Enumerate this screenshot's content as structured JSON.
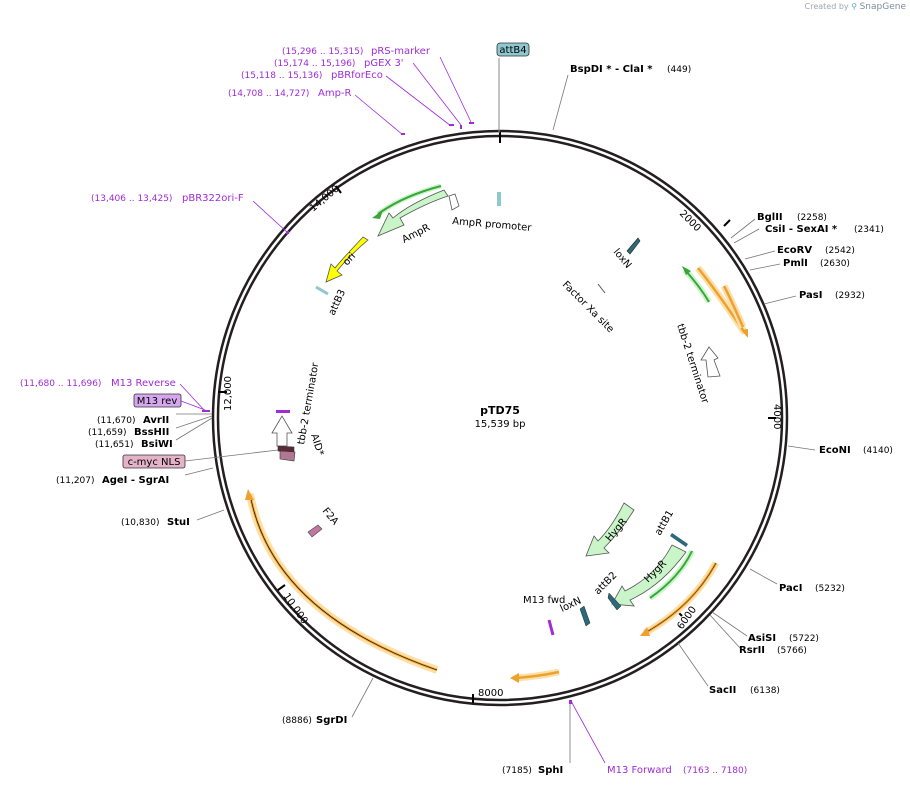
{
  "credit": {
    "created_by": "Created by",
    "brand": "SnapGene"
  },
  "plasmid": {
    "name": "pTD75",
    "length": "15,539 bp",
    "length_bp": 15539
  },
  "ticks": [
    "2000",
    "4000",
    "6000",
    "8000",
    "10,000",
    "12,000",
    "14,000"
  ],
  "enzymes": [
    {
      "name": "BspDI * - ClaI *",
      "pos": "(449)"
    },
    {
      "name": "BglII",
      "pos": "(2258)"
    },
    {
      "name": "CsiI - SexAI *",
      "pos": "(2341)"
    },
    {
      "name": "EcoRV",
      "pos": "(2542)"
    },
    {
      "name": "PmlI",
      "pos": "(2630)"
    },
    {
      "name": "PasI",
      "pos": "(2932)"
    },
    {
      "name": "EcoNI",
      "pos": "(4140)"
    },
    {
      "name": "PacI",
      "pos": "(5232)"
    },
    {
      "name": "AsiSI",
      "pos": "(5722)"
    },
    {
      "name": "RsrII",
      "pos": "(5766)"
    },
    {
      "name": "SacII",
      "pos": "(6138)"
    },
    {
      "name": "SphI",
      "pos": "(7185)"
    },
    {
      "name": "SgrDI",
      "pos": "(8886)"
    },
    {
      "name": "StuI",
      "pos": "(10,830)"
    },
    {
      "name": "AgeI - SgrAI",
      "pos": "(11,207)"
    },
    {
      "name": "BsiWI",
      "pos": "(11,651)"
    },
    {
      "name": "BssHII",
      "pos": "(11,659)"
    },
    {
      "name": "AvrII",
      "pos": "(11,670)"
    }
  ],
  "primers": [
    {
      "name": "pRS-marker",
      "pos": "(15,296 .. 15,315)"
    },
    {
      "name": "pGEX 3'",
      "pos": "(15,174 .. 15,196)"
    },
    {
      "name": "pBRforEco",
      "pos": "(15,118 .. 15,136)"
    },
    {
      "name": "Amp-R",
      "pos": "(14,708 .. 14,727)"
    },
    {
      "name": "pBR322ori-F",
      "pos": "(13,406 .. 13,425)"
    },
    {
      "name": "M13 Reverse",
      "pos": "(11,680 .. 11,696)"
    },
    {
      "name": "M13 Forward",
      "pos": "(7163 .. 7180)"
    }
  ],
  "boxed_labels": {
    "attB4": "attB4",
    "m13_rev": "M13 rev",
    "cmyc": "c-myc NLS"
  },
  "features": {
    "ampr": "AmpR",
    "ampr_promoter": "AmpR promoter",
    "ori": "ori",
    "attB3": "attB3",
    "loxN_top": "loxN",
    "factor_xa": "Factor Xa site",
    "tbb2_right": "tbb-2 terminator",
    "tbb2_left": "tbb-2 terminator",
    "aid": "AID*",
    "f2a": "F2A",
    "hygr_a": "HygR",
    "hygr_b": "HygR",
    "attB1": "attB1",
    "attB2": "attB2",
    "loxN_bottom": "loxN",
    "m13_fwd": "M13 fwd"
  },
  "colors": {
    "backbone": "#231f20",
    "primer": "#a02bd8",
    "ampr": "#c9f5c9",
    "ori": "#ffff00",
    "orf_orange": "#f0a030",
    "orf_green": "#3aa53a",
    "lox": "#2a6a7a",
    "attb": "#8fc7d0",
    "aid": "#b07890",
    "cmyc": "#e4b3c8",
    "m13rev": "#d6a7ee"
  }
}
